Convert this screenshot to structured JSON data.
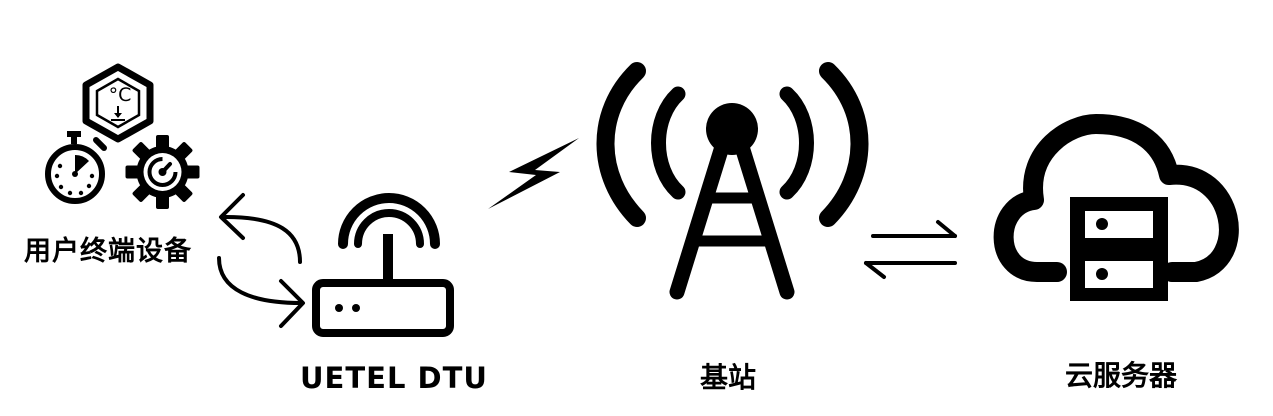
{
  "diagram": {
    "nodes": {
      "user_devices": {
        "label": "用户终端设备",
        "icons": [
          "thermometer-sensor-icon",
          "stopwatch-icon",
          "gear-dial-icon"
        ]
      },
      "dtu": {
        "label": "UETEL DTU",
        "icon": "wifi-router-icon"
      },
      "base_station": {
        "label": "基站",
        "icon": "cell-tower-icon"
      },
      "cloud_server": {
        "label": "云服务器",
        "icon": "cloud-server-icon"
      }
    },
    "sensor_icon_text": "°C",
    "connectors": [
      "bidirectional-curved-arrows-icon",
      "lightning-bolt-icon",
      "exchange-arrows-icon"
    ],
    "colors": {
      "foreground": "#000000",
      "background": "#ffffff"
    }
  }
}
